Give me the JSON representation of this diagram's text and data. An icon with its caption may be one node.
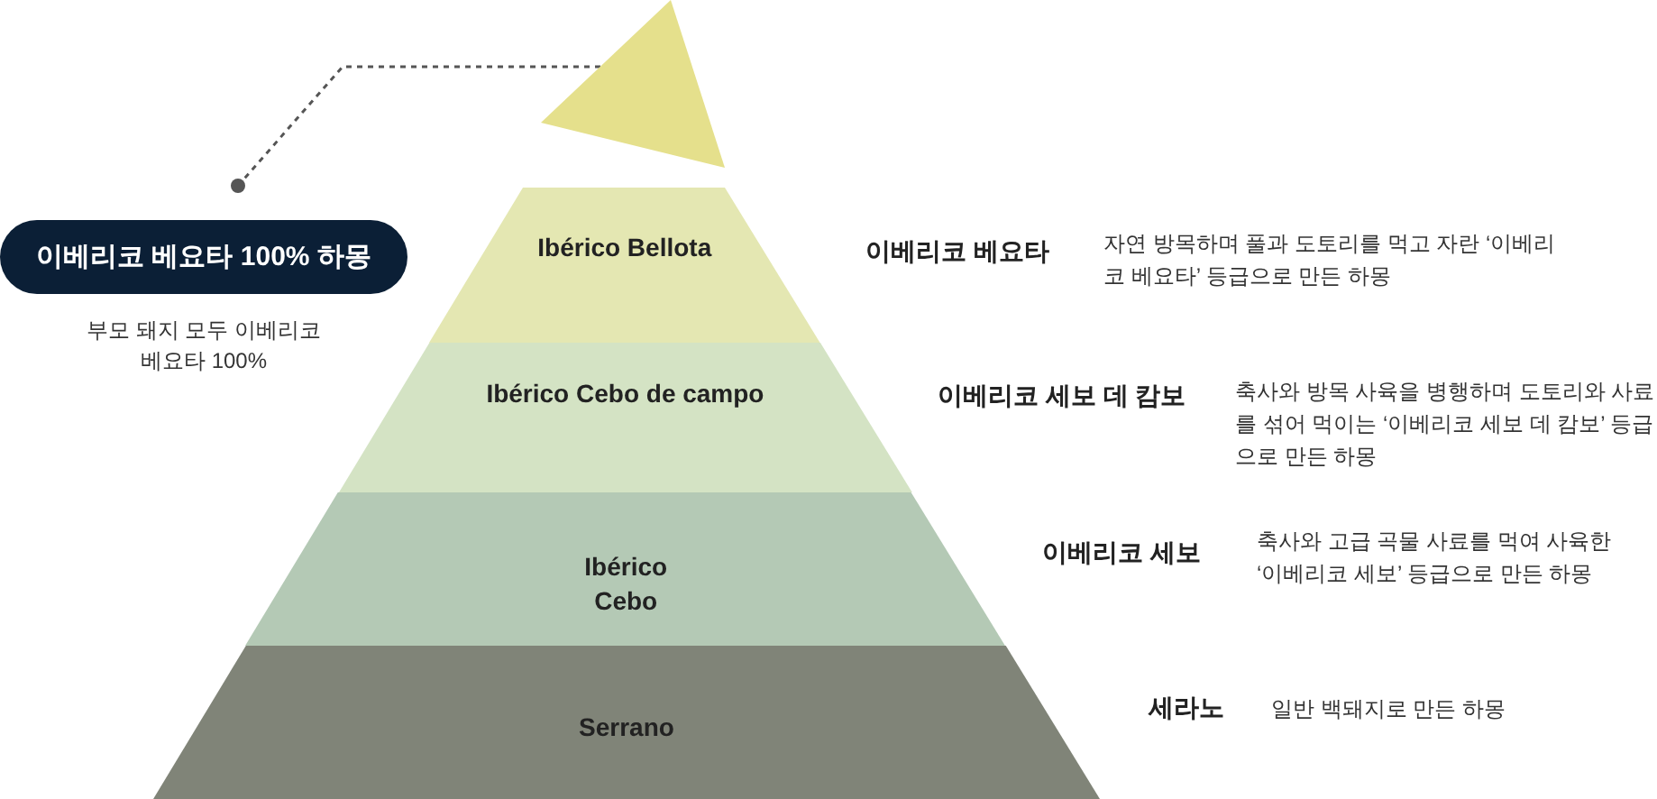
{
  "diagram": {
    "nodes": [
      {
        "text": [],
        "shape": "triangle"
      },
      {
        "text": [
          "이베리코 베요타 100% 하몽"
        ],
        "beside": [
          "부모 돼지 모두 이베리코 베요타 100%"
        ]
      },
      {
        "text": [
          "Ibérico Bellota"
        ],
        "beside": [
          "이베리코 베요타",
          "자연 방목하며 풀과 도토리를 먹고 자란 ‘이베리코 베요타’ 등급으로 만든 하몽"
        ]
      },
      {
        "text": [
          "Ibérico Cebo de campo"
        ],
        "beside": [
          "이베리코 세보 데 캄보",
          "축사와 방목 사육을 병행하며 도토리와 사료를 섞어 먹이는 ‘이베리코 세보 데 캄보’ 등급으로 만든 하몽"
        ]
      },
      {
        "text": [
          "Ibérico Cebo"
        ],
        "beside": [
          "이베리코 세보",
          "축사와 고급 곡물 사료를 먹여 사육한 ‘이베리코 세보’ 등급으로 만든 하몽"
        ]
      },
      {
        "text": [
          "Serrano"
        ],
        "beside": [
          "세라노",
          "일반 백돼지로 만든 하몽"
        ]
      }
    ],
    "edges": [
      {
        "from": 0,
        "to": 1,
        "arrow": "other",
        "style": "dashed"
      }
    ]
  }
}
